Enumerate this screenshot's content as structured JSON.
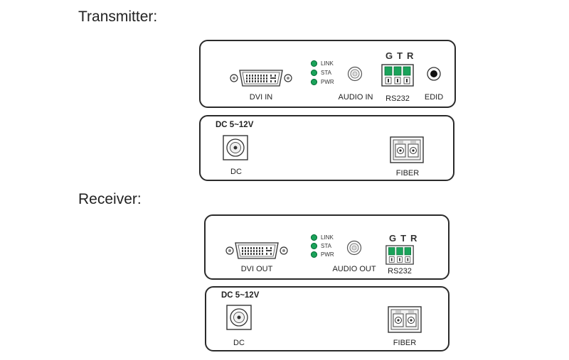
{
  "transmitter": {
    "title": "Transmitter:",
    "front": {
      "dvi_label": "DVI IN",
      "leds": [
        "LINK",
        "STA",
        "PWR"
      ],
      "audio_label": "AUDIO IN",
      "rs232_pins": "GTR",
      "rs232_label": "RS232",
      "edid_label": "EDID"
    },
    "back": {
      "power_spec": "DC 5~12V",
      "dc_label": "DC",
      "fiber_label": "FIBER"
    }
  },
  "receiver": {
    "title": "Receiver:",
    "front": {
      "dvi_label": "DVI OUT",
      "leds": [
        "LINK",
        "STA",
        "PWR"
      ],
      "audio_label": "AUDIO OUT",
      "rs232_pins": "GTR",
      "rs232_label": "RS232"
    },
    "back": {
      "power_spec": "DC 5~12V",
      "dc_label": "DC",
      "fiber_label": "FIBER"
    }
  },
  "colors": {
    "led": "#1aa35a",
    "outline": "#2a2a2a"
  }
}
